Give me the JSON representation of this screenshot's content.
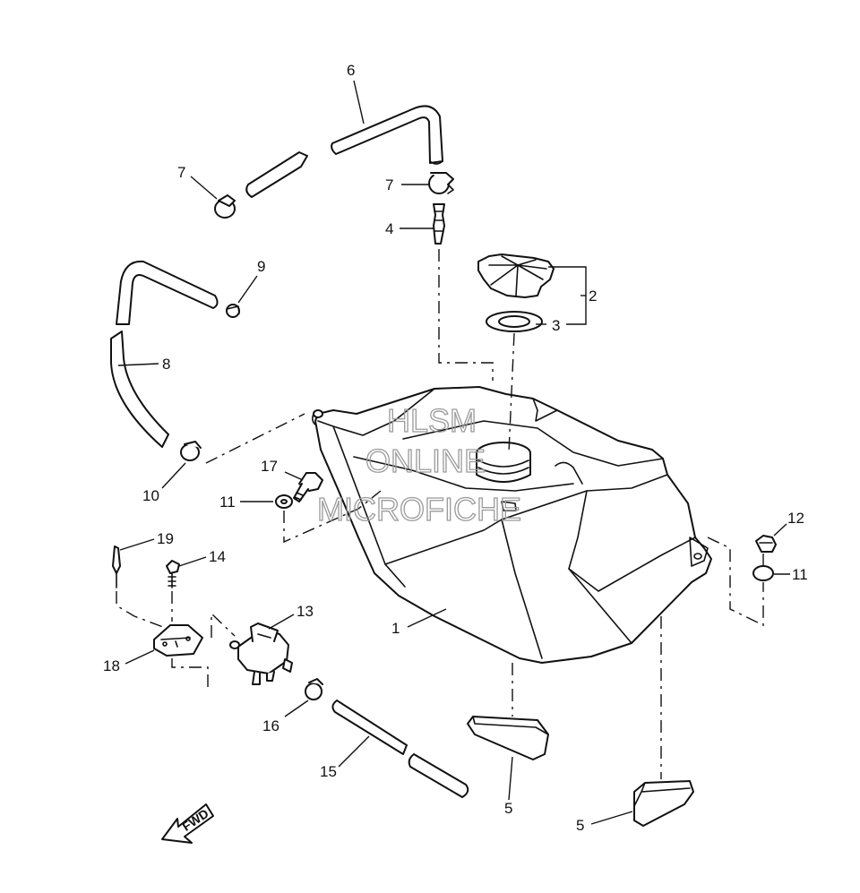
{
  "watermark": [
    "HLSM",
    "ONLINE",
    "MICROFICHE"
  ],
  "fwd_label": "FWD",
  "callouts": {
    "c1": "1",
    "c2": "2",
    "c3": "3",
    "c4": "4",
    "c5a": "5",
    "c5b": "5",
    "c6": "6",
    "c7a": "7",
    "c7b": "7",
    "c8": "8",
    "c9": "9",
    "c10": "10",
    "c11a": "11",
    "c11b": "11",
    "c12": "12",
    "c13": "13",
    "c14": "14",
    "c15": "15",
    "c16": "16",
    "c17": "17",
    "c18": "18",
    "c19": "19"
  },
  "colors": {
    "line": "#111111",
    "watermark": "#9a9a9a",
    "background": "#ffffff"
  }
}
